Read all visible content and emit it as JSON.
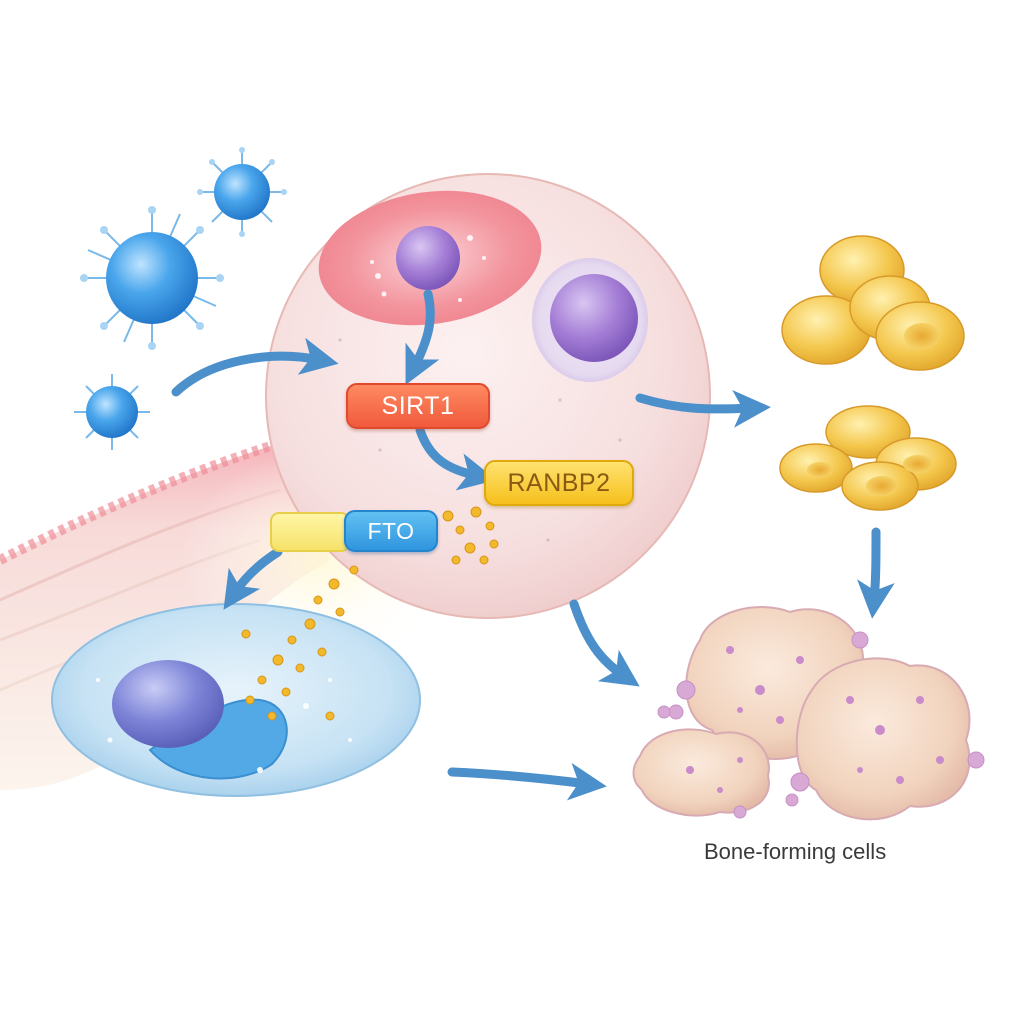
{
  "labels": {
    "sirt1": "SIRT1",
    "ranbp2": "RANBP2",
    "fto": "FTO",
    "bone_forming_cells": "Bone-forming cells"
  },
  "colors": {
    "arrow": "#4b8fcb",
    "sirt1": "#f05a3c",
    "ranbp2": "#f6c01c",
    "fto": "#2f95de",
    "central_cell": "#f6dcdc",
    "virus": "#3f9be4",
    "fat_cell": "#f2c24e",
    "bone_cell": "#f3d8c2",
    "blue_cell": "#b9dcf2"
  }
}
